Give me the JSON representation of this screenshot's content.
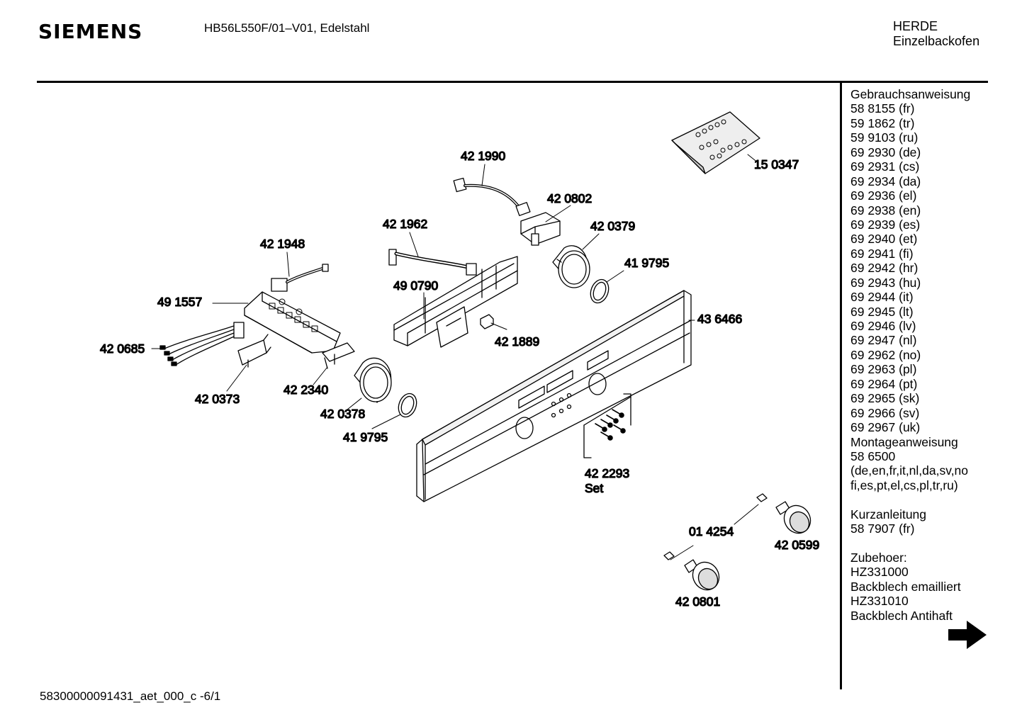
{
  "header": {
    "brand": "SIEMENS",
    "model": "HB56L550F/01–V01, Edelstahl",
    "category_line1": "HERDE",
    "category_line2": "Einzelbackofen"
  },
  "sidebar": {
    "lines": [
      "Gebrauchsanweisung",
      "58 8155 (fr)",
      "59 1862 (tr)",
      "59 9103 (ru)",
      "69 2930 (de)",
      "69 2931 (cs)",
      "69 2934 (da)",
      "69 2936 (el)",
      "69 2938 (en)",
      "69 2939 (es)",
      "69 2940 (et)",
      "69 2941 (fi)",
      "69 2942 (hr)",
      "69 2943 (hu)",
      "69 2944 (it)",
      "69 2945 (lt)",
      "69 2946 (lv)",
      "69 2947 (nl)",
      "69 2962 (no)",
      "69 2963 (pl)",
      "69 2964 (pt)",
      "69 2965 (sk)",
      "69 2966 (sv)",
      "69 2967 (uk)",
      "Montageanweisung",
      "58 6500",
      "(de,en,fr,it,nl,da,sv,no",
      "fi,es,pt,el,cs,pl,tr,ru)",
      "",
      "Kurzanleitung",
      "58 7907 (fr)",
      "",
      "Zubehoer:",
      "HZ331000",
      "Backblech emailliert",
      "HZ331010",
      "Backblech Antihaft"
    ],
    "arrow_icon": "right-arrow-icon"
  },
  "parts": {
    "p421990": "42 1990",
    "p150347": "15 0347",
    "p420802": "42 0802",
    "p421962": "42 1962",
    "p420379": "42 0379",
    "p421948": "42 1948",
    "p419795a": "41 9795",
    "p491557": "49 1557",
    "p490790": "49 0790",
    "p436466": "43 6466",
    "p420685": "42 0685",
    "p421889": "42 1889",
    "p422340": "42 2340",
    "p420373": "42 0373",
    "p420378": "42 0378",
    "p419795b": "41 9795",
    "p422293": "42 2293",
    "set": "Set",
    "p014254": "01 4254",
    "p420599": "42 0599",
    "p420801": "42 0801"
  },
  "footer": {
    "doc_id": "58300000091431_aet_000_c   -6/1"
  }
}
